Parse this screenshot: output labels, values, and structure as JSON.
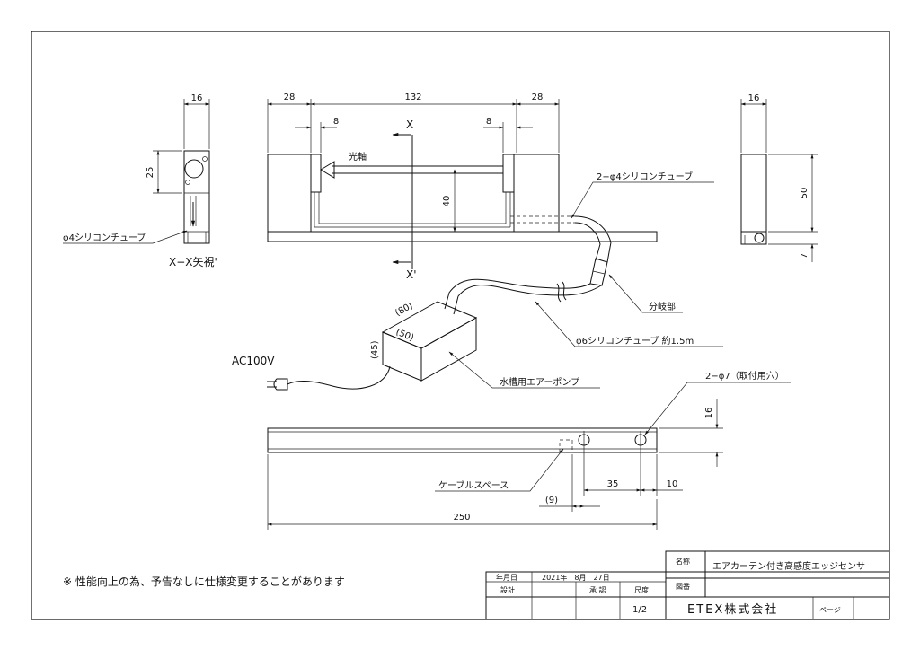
{
  "dims": {
    "side_width": "16",
    "side_height": "25",
    "left_block": "28",
    "total_span": "132",
    "right_block": "28",
    "left_offset": "8",
    "right_offset": "8",
    "height_40": "40",
    "right_width": "16",
    "right_height": "50",
    "right_small": "7",
    "bottom_16": "16",
    "bottom_35": "35",
    "bottom_10": "10",
    "bottom_9": "(9)",
    "bottom_250": "250",
    "pump_80": "(80)",
    "pump_50": "(50)",
    "pump_45": "(45)"
  },
  "labels": {
    "section_x_top": "X",
    "section_x_bottom": "X'",
    "optical_axis": "光軸",
    "tube_2_phi4": "2−φ4シリコンチューブ",
    "phi4_tube": "φ4シリコンチューブ",
    "xx_view": "X−X矢視'",
    "branch": "分岐部",
    "phi6_tube": "φ6シリコンチューブ 約1.5m",
    "ac100v": "AC100V",
    "air_pump": "水槽用エアーポンプ",
    "mount_holes": "2−φ7（取付用穴）",
    "cable_space": "ケーブルスペース"
  },
  "note": "※ 性能向上の為、予告なしに仕様変更することがあります",
  "title_block": {
    "name_label": "名称",
    "name_value": "エアカーテン付き高感度エッジセンサ",
    "date_label": "年月日",
    "date_value": "2021年　8月　27日",
    "drawing_no_label": "図番",
    "design_label": "設計",
    "approval_label": "承 認",
    "scale_label": "尺度",
    "sheet": "1/2",
    "company": "ETEX株式会社",
    "page_label": "ページ"
  }
}
